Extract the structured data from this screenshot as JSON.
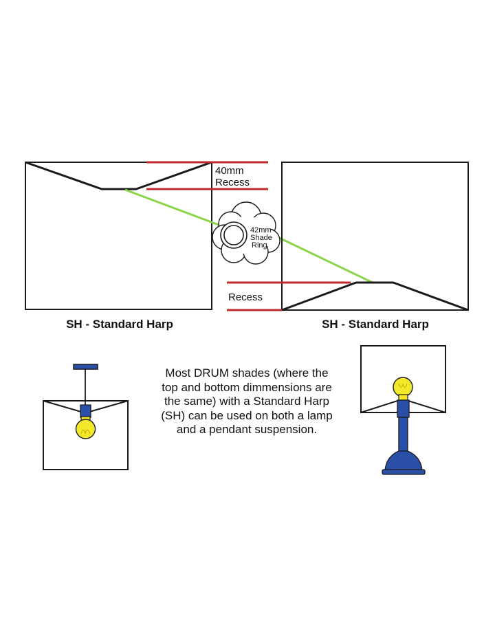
{
  "colors": {
    "outline": "#1a1a1a",
    "recess_marker": "#c0272d",
    "connector": "#8cd44a",
    "bulb": "#f3e92a",
    "fitting": "#2a4fa8"
  },
  "icons": [
    "cloud-callout-icon",
    "shade-ring-icon",
    "pendant-light-icon",
    "table-lamp-icon",
    "light-bulb-icon"
  ],
  "left_diagram": {
    "recess_label_line1": "40mm",
    "recess_label_line2": "Recess",
    "caption": "SH - Standard Harp"
  },
  "callout": {
    "line1": "42mm",
    "line2": "Shade",
    "line3": "Ring"
  },
  "right_diagram": {
    "recess_label": "Recess",
    "caption": "SH - Standard Harp"
  },
  "note": {
    "text": "Most DRUM shades (where the top and bottom dimmensions are the same) with a Standard Harp (SH) can be used on both a lamp and a pendant suspension."
  }
}
